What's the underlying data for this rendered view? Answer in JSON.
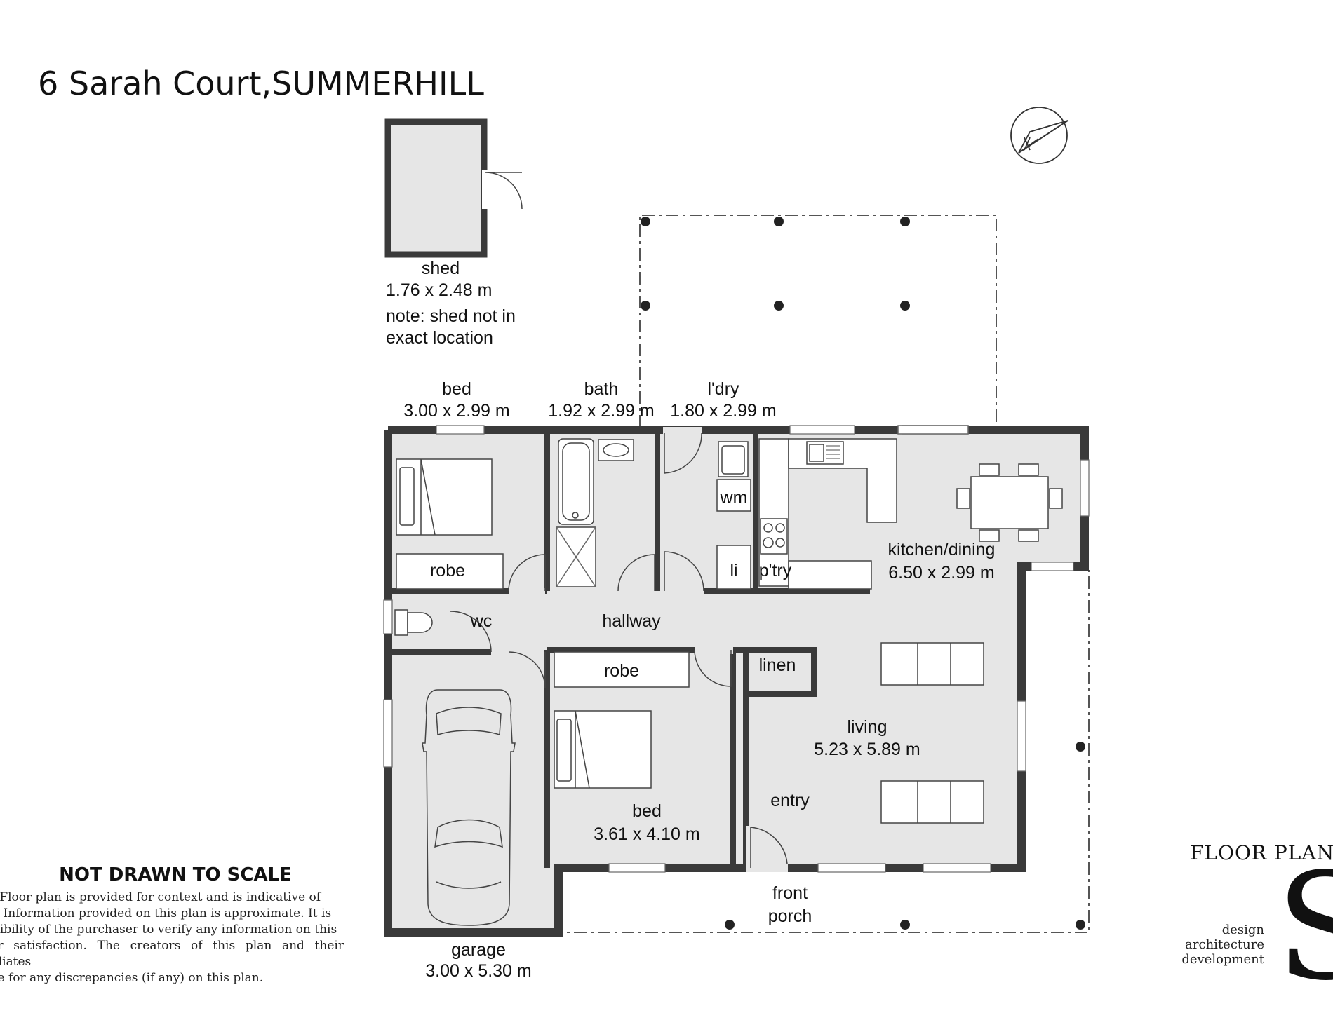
{
  "title": "6 Sarah Court,SUMMERHILL",
  "rooms": {
    "shed": {
      "name": "shed",
      "size": "1.76 x 2.48 m",
      "note1": "note: shed not in",
      "note2": "exact location"
    },
    "bed1": {
      "name": "bed",
      "size": "3.00 x 2.99 m"
    },
    "bath": {
      "name": "bath",
      "size": "1.92 x 2.99 m"
    },
    "laundry": {
      "name": "l'dry",
      "size": "1.80 x 2.99 m"
    },
    "kitchen": {
      "name": "kitchen/dining",
      "size": "6.50 x 2.99 m"
    },
    "robe1": "robe",
    "wm": "wm",
    "li": "li",
    "pantry": "p'try",
    "wc": "wc",
    "hallway": "hallway",
    "robe2": "robe",
    "linen": "linen",
    "living": {
      "name": "living",
      "size": "5.23 x 5.89 m"
    },
    "entry": "entry",
    "bed2": {
      "name": "bed",
      "size": "3.61 x 4.10 m"
    },
    "garage": {
      "name": "garage",
      "size": "3.00 x 5.30 m"
    },
    "porch1": "front",
    "porch2": "porch"
  },
  "disclaimer": {
    "heading": "NOT DRAWN TO SCALE",
    "line1": "er: Floor plan is provided for context and is indicative of",
    "line2": "nly.  Information provided on this plan is approximate.  It is",
    "line3": "onsibility of the purchaser to verify any information on this",
    "line4": "heir satisfaction.  The creators of this plan and their affiliates",
    "line5": "able for any discrepancies (if any) on this plan."
  },
  "brand": {
    "title": "FLOOR PLAN I",
    "letter": "S",
    "sub1": "design",
    "sub2": "architecture",
    "sub3": "development"
  },
  "compass": {
    "label": "N"
  },
  "colors": {
    "wall": "#3a3a3a",
    "floor": "#e6e6e6",
    "line": "#444444"
  }
}
